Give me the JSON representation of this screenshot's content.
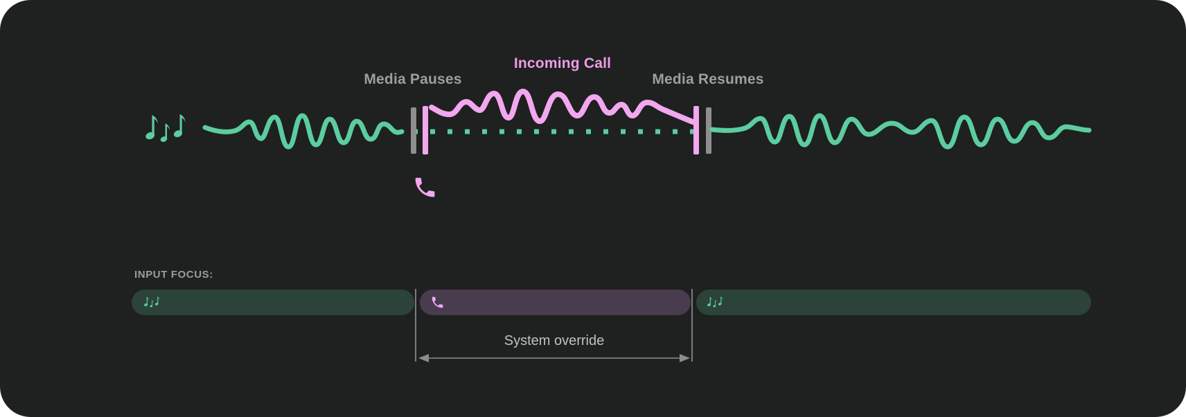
{
  "diagram": {
    "media_pauses_label": "Media Pauses",
    "incoming_call_label": "Incoming Call",
    "media_resumes_label": "Media Resumes",
    "media_icon": "music-notes-icon",
    "call_icon": "phone-icon",
    "media_paused_representation": "dotted green line while call wave plays"
  },
  "input_focus": {
    "heading": "INPUT FOCUS:",
    "override_label": "System override",
    "bars": [
      {
        "name": "media-before-call",
        "icon": "music-notes-icon"
      },
      {
        "name": "incoming-call",
        "icon": "phone-icon"
      },
      {
        "name": "media-after-call",
        "icon": "music-notes-icon"
      }
    ]
  },
  "colors": {
    "page_bg": "#ffffff",
    "card_bg": "#1f2020",
    "media_green": "#5bcd9f",
    "focus_bar_green": "#2b4338",
    "call_pink": "#f2a7ef",
    "call_label_pink": "#ee9cea",
    "focus_bar_purple": "#493c4e",
    "label_gray": "#9c9ea1",
    "override_text_gray": "#bdc1c6",
    "marker_gray": "#8e8e8e",
    "guide_gray": "#7a7d80"
  }
}
